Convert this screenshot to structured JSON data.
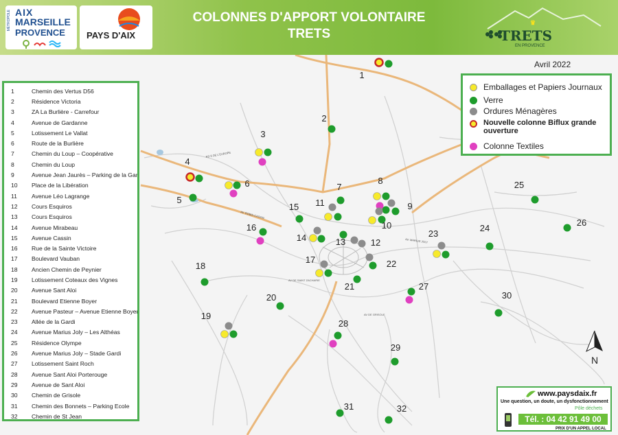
{
  "header": {
    "title_line1": "COLONNES D'APPORT VOLONTAIRE",
    "title_line2": "TRETS",
    "logo_amp": {
      "line1": "AIX",
      "line2": "MARSEILLE",
      "line3": "PROVENCE",
      "side": "MÉTROPOLE"
    },
    "logo_pda": {
      "text": "PAYS D'AIX"
    },
    "logo_trets": {
      "name": "TRETS",
      "sub": "EN PROVENCE"
    }
  },
  "date": "Avril 2022",
  "legend": {
    "items": [
      {
        "label": "Emballages et Papiers Journaux",
        "color": "#f7ea2b"
      },
      {
        "label": "Verre",
        "color": "#1e9c2c"
      },
      {
        "label": "Ordures Ménagères",
        "color": "#8c8c8c"
      },
      {
        "label": "Nouvelle colonne Biflux grande ouverture",
        "color": "#f7ea2b",
        "border": "#c62828"
      },
      {
        "label": "Colonne Textiles",
        "color": "#e040c0"
      }
    ]
  },
  "colors": {
    "emballages": "#f7ea2b",
    "verre": "#1e9c2c",
    "om": "#8c8c8c",
    "textile": "#e040c0",
    "biflux_ring": "#c62828",
    "road": "#e8b878",
    "street": "#c9c9c9",
    "frame": "#4caf50"
  },
  "locations": [
    {
      "num": "1",
      "name": "Chemin des Vertus D56"
    },
    {
      "num": "2",
      "name": "Résidence Victoria"
    },
    {
      "num": "3",
      "name": "ZA La Burlière -  Carrefour"
    },
    {
      "num": "4",
      "name": "Avenue de Gardanne"
    },
    {
      "num": "5",
      "name": "Lotissement Le Vallat"
    },
    {
      "num": "6",
      "name": "Route de la Burlière"
    },
    {
      "num": "7",
      "name": "Chemin du Loup – Coopérative"
    },
    {
      "num": "8",
      "name": "Chemin du Loup"
    },
    {
      "num": "9",
      "name": "Avenue Jean Jaurès – Parking de la Gare"
    },
    {
      "num": "10",
      "name": "Place de la Libération"
    },
    {
      "num": "11",
      "name": "Avenue Léo Lagrange"
    },
    {
      "num": "12",
      "name": "Cours Esquiros"
    },
    {
      "num": "13",
      "name": "Cours Esquiros"
    },
    {
      "num": "14",
      "name": "Avenue Mirabeau"
    },
    {
      "num": "15",
      "name": "Avenue Cassin"
    },
    {
      "num": "16",
      "name": " Rue de la Sainte Victoire"
    },
    {
      "num": "17",
      "name": "Boulevard Vauban"
    },
    {
      "num": "18",
      "name": "Ancien Chemin de Peynier"
    },
    {
      "num": "19",
      "name": "Lotissement Coteaux des Vignes"
    },
    {
      "num": "20",
      "name": "Avenue Sant Aloi"
    },
    {
      "num": "21",
      "name": "Boulevard Etienne Boyer"
    },
    {
      "num": "22",
      "name": "Avenue Pasteur – Avenue Etienne Boyer"
    },
    {
      "num": "23",
      "name": " Allée de la Gardi"
    },
    {
      "num": "24",
      "name": "Avenue Marius Joly – Les Althéas"
    },
    {
      "num": "25",
      "name": "Résidence Olympe"
    },
    {
      "num": "26",
      "name": "Avenue Marius Joly – Stade Gardi"
    },
    {
      "num": "27",
      "name": "Lotissement Saint Roch"
    },
    {
      "num": "28",
      "name": "Avenue Sant Aloi Porterouge"
    },
    {
      "num": "29",
      "name": "Avenue de Sant Aloi"
    },
    {
      "num": "30",
      "name": "Chemin de Grisole"
    },
    {
      "num": "31",
      "name": "Chemin des Bonnets – Parking Ecole"
    },
    {
      "num": "32",
      "name": "Chemin de St Jean"
    }
  ],
  "map_labels": [
    "1",
    "2",
    "3",
    "4",
    "5",
    "6",
    "7",
    "8",
    "9",
    "10",
    "11",
    "12",
    "13",
    "14",
    "15",
    "16",
    "17",
    "18",
    "19",
    "20",
    "21",
    "22",
    "23",
    "24",
    "25",
    "26",
    "27",
    "28",
    "29",
    "30",
    "31",
    "32"
  ],
  "compass": {
    "letter": "N"
  },
  "contact": {
    "website": "www.paysdaix.fr",
    "question": "Une question, un doute, un dysfonctionnement",
    "service": "Pôle déchets",
    "phone": "Tél. : 04 42 91 49 00",
    "price": "PRIX D'UN APPEL LOCAL"
  }
}
